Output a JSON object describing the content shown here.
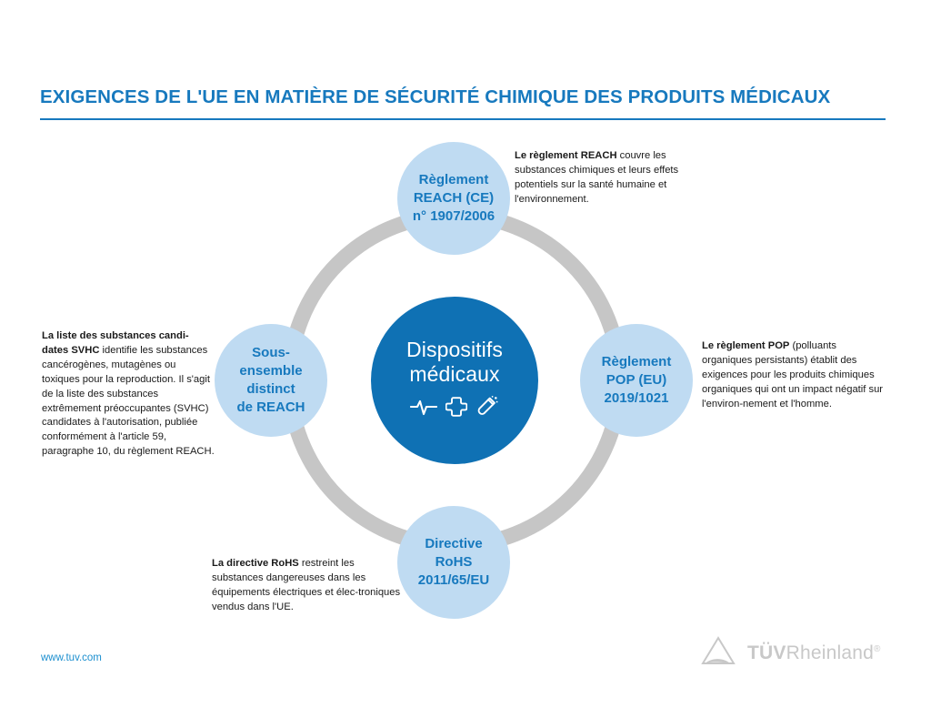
{
  "header": {
    "title": "EXIGENCES DE L'UE EN MATIÈRE DE SÉCURITÉ CHIMIQUE DES PRODUITS MÉDICAUX",
    "accent_color": "#1779BE"
  },
  "diagram": {
    "type": "hub-and-spoke-ring",
    "ring_color": "#C6C6C6",
    "node_fill_color": "#BFDBF2",
    "node_text_color": "#1779BE",
    "hub_fill_color": "#0F71B4",
    "hub_text_color": "#FFFFFF",
    "hub": {
      "label": "Dispositifs\nmédicaux",
      "icons": [
        "heartbeat-pulse-icon",
        "medical-cross-icon",
        "test-tube-icon"
      ]
    },
    "nodes": [
      {
        "id": "reach",
        "position": "top",
        "label": "Règlement\nREACH (CE)\nn° 1907/2006"
      },
      {
        "id": "subset",
        "position": "left",
        "label": "Sous-\nensemble\ndistinct\nde REACH"
      },
      {
        "id": "pop",
        "position": "right",
        "label": "Règlement\nPOP (EU)\n2019/1021"
      },
      {
        "id": "rohs",
        "position": "bottom",
        "label": "Directive\nRoHS\n2011/65/EU"
      }
    ]
  },
  "callouts": {
    "reach": {
      "lead": "Le règlement REACH",
      "body": " couvre les substances chimiques et leurs effets potentiels sur la santé humaine et l'environnement."
    },
    "svhc": {
      "lead": "La liste des substances candi-dates SVHC",
      "body": " identifie les substances cancérogènes, mutagènes ou toxiques pour la reproduction. Il s'agit de la liste des substances extrêmement préoccupantes (SVHC) candidates à l'autorisation, publiée conformément à l'article 59, paragraphe 10, du règlement REACH."
    },
    "pop": {
      "lead": "Le règlement POP",
      "body": "  (polluants organiques persistants) établit des exigences pour les produits chimiques organiques qui ont un impact négatif sur l'environ-nement et l'homme."
    },
    "rohs": {
      "lead": "La directive RoHS",
      "body": " restreint les substances dangereuses dans les équipements électriques et élec-troniques vendus dans l'UE."
    }
  },
  "footer": {
    "url": "www.tuv.com",
    "logo_mark": "triangle-mountain-icon",
    "logo_bold": "TÜV",
    "logo_light": "Rheinland",
    "logo_registered": "®",
    "logo_color": "#C8C8C8"
  }
}
